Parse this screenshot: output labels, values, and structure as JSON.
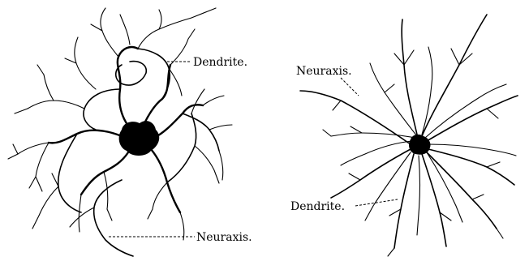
{
  "left_cell": {
    "label_dendrite": "Dendrite.",
    "label_neuraxis": "Neuraxis."
  },
  "right_cell": {
    "label_neuraxis": "Neuraxis.",
    "label_dendrite": "Dendrite."
  }
}
